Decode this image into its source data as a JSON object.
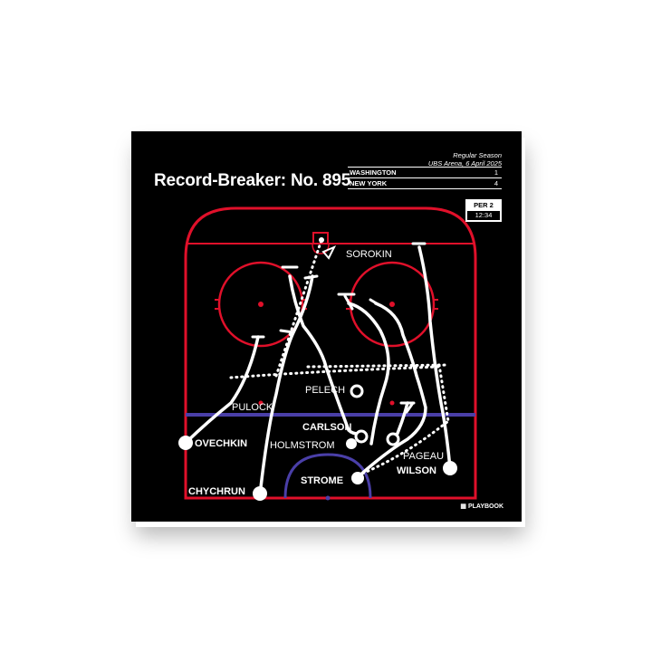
{
  "title": "Record-Breaker: No. 895",
  "game": {
    "season": "Regular Season",
    "venue_date": "UBS Arena, 6 April 2025",
    "teams": [
      {
        "name": "WASHINGTON",
        "score": "1"
      },
      {
        "name": "NEW YORK",
        "score": "4"
      }
    ],
    "period": "PER 2",
    "clock": "12:34"
  },
  "players": {
    "sorokin": "SOROKIN",
    "pulock": "PULOCK",
    "pelech": "PELECH",
    "ovechkin": "OVECHKIN",
    "carlson": "CARLSON",
    "holmstrom": "HOLMSTROM",
    "pageau": "PAGEAU",
    "wilson": "WILSON",
    "chychrun": "CHYCHRUN",
    "strome": "STROME"
  },
  "brand": "PLAYBOOK",
  "colors": {
    "background": "#000000",
    "rink_lines": "#e0102a",
    "blue_line": "#4a3fa8",
    "paths": "#ffffff"
  }
}
